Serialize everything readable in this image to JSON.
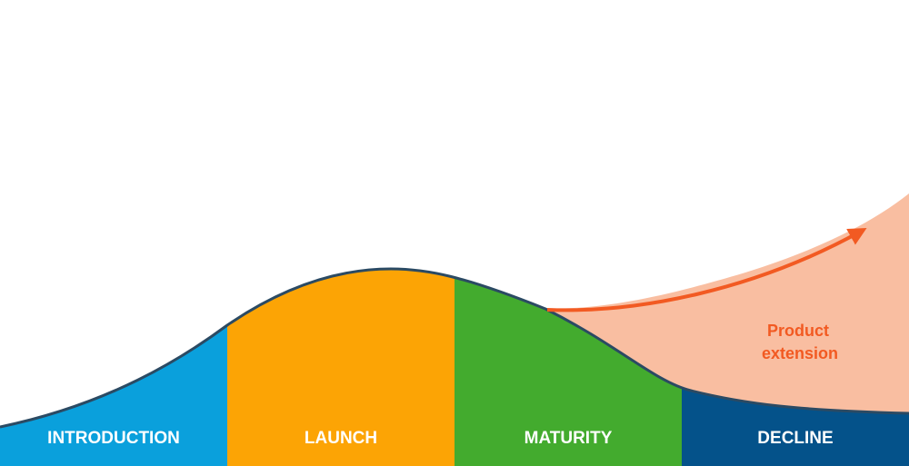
{
  "stages": [
    {
      "label": "INTRODUCTION",
      "color": "#0aa0dc"
    },
    {
      "label": "LAUNCH",
      "color": "#fca405"
    },
    {
      "label": "MATURITY",
      "color": "#43ab2e"
    },
    {
      "label": "DECLINE",
      "color": "#04528a"
    }
  ],
  "extension": {
    "line1": "Product",
    "line2": "extension",
    "text_color": "#f25a22",
    "arrow_color": "#f25a22",
    "fill_color": "#f9bea1"
  },
  "curve_outline_color": "#2b4a63"
}
